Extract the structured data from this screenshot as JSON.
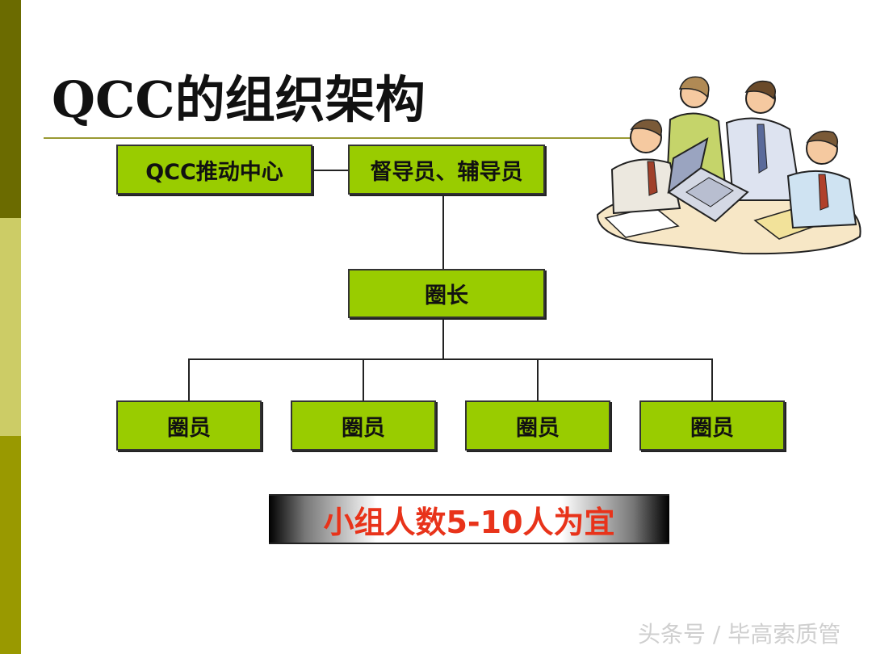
{
  "slide": {
    "title": "QCC的组织架构",
    "watermark": "头条号 / 毕高索质管"
  },
  "org_chart": {
    "promotion_center": "QCC推动中心",
    "supervisors": "督导员、辅导员",
    "circle_leader": "圈长",
    "members": [
      "圈员",
      "圈员",
      "圈员",
      "圈员"
    ]
  },
  "note": "小组人数5-10人为宜",
  "colors": {
    "box_fill": "#99cc00",
    "note_text": "#e8331a",
    "sidebar_dark": "#6b6b00",
    "sidebar_light": "#cccc66",
    "sidebar_mid": "#999900"
  },
  "icons": {
    "clipart": "business-team-meeting-clipart"
  }
}
